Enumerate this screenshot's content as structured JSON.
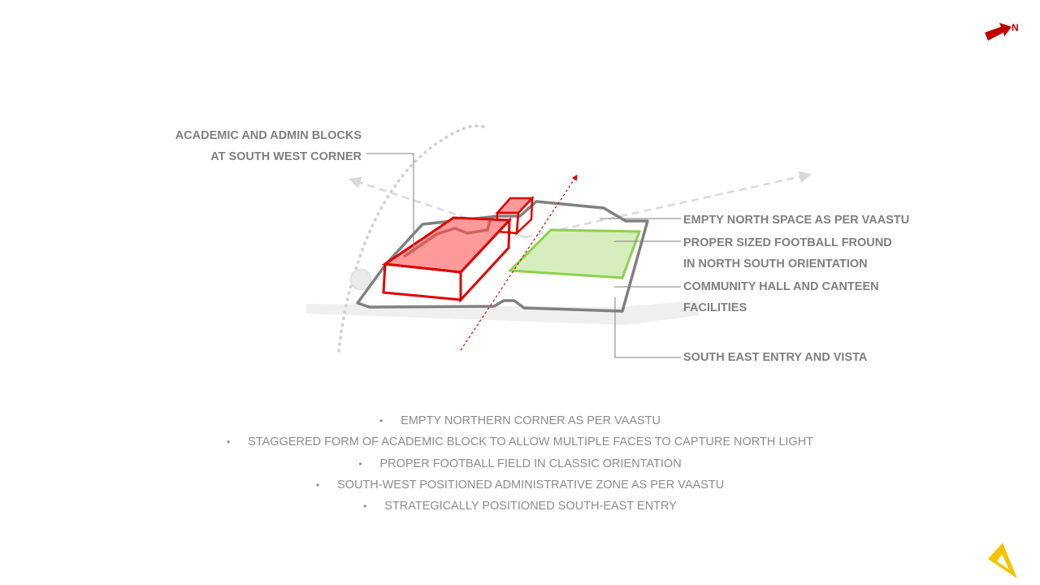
{
  "north": {
    "label": "N",
    "icon": "north-arrow-icon",
    "color": "#c00000"
  },
  "logo": {
    "icon": "set-square-logo-icon",
    "color": "#f5c400"
  },
  "callouts": {
    "academic_admin": [
      "ACADEMIC AND ADMIN BLOCKS",
      "AT SOUTH WEST CORNER"
    ],
    "north_space": [
      "EMPTY NORTH SPACE AS PER VAASTU"
    ],
    "football": [
      "PROPER SIZED FOOTBALL FROUND",
      "IN NORTH SOUTH ORIENTATION"
    ],
    "community": [
      "COMMUNITY HALL AND CANTEEN",
      "FACILITIES"
    ],
    "entry": [
      "SOUTH EAST ENTRY AND VISTA"
    ]
  },
  "notes": [
    "EMPTY  NORTHERN CORNER AS PER VAASTU",
    "STAGGERED FORM OF ACADEMIC  BLOCK TO ALLOW MULTIPLE  FACES TO CAPTURE NORTH LIGHT",
    "PROPER FOOTBALL FIELD IN CLASSIC ORIENTATION",
    "SOUTH-WEST POSITIONED ADMINISTRATIVE  ZONE AS PER VAASTU",
    "STRATEGICALLY  POSITIONED SOUTH-EAST ENTRY"
  ],
  "bullet_char": "•",
  "colors": {
    "building_stroke": "#e00000",
    "building_fill": "#ff9a9a",
    "field_stroke": "#8dd04a",
    "field_fill": "#d6eebd",
    "boundary": "#808080",
    "leader": "#7f7f7f",
    "axis_dashed": "#d9d9d9",
    "sun_path": "#d0d0d0",
    "ns_axis": "#e00000",
    "text": "#7f7f7f"
  }
}
